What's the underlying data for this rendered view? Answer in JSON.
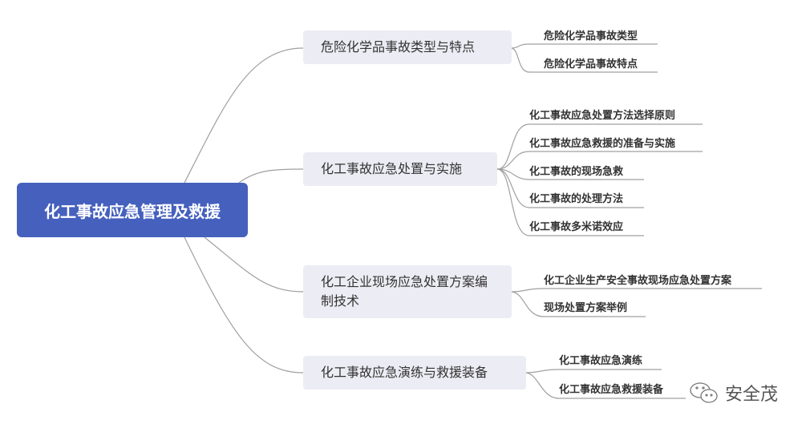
{
  "root": {
    "label": "化工事故应急管理及救援"
  },
  "branches": [
    {
      "label": "危险化学品事故类型与特点",
      "children": [
        "危险化学品事故类型",
        "危险化学品事故特点"
      ]
    },
    {
      "label": "化工事故应急处置与实施",
      "children": [
        "化工事故应急处置方法选择原则",
        "化工事故应急救援的准备与实施",
        "化工事故的现场急救",
        "化工事故的处理方法",
        "化工事故多米诺效应"
      ]
    },
    {
      "label": "化工企业现场应急处置方案编制技术",
      "children": [
        "化工企业生产安全事故现场应急处置方案",
        "现场处置方案举例"
      ]
    },
    {
      "label": "化工事故应急演练与救援装备",
      "children": [
        "化工事故应急演练",
        "化工事故应急救援装备"
      ]
    }
  ],
  "watermark": {
    "icon": "wechat-icon",
    "label": "安全茂"
  },
  "colors": {
    "root": "#4560bd",
    "branch": "#ececf4",
    "line": "#999999"
  }
}
